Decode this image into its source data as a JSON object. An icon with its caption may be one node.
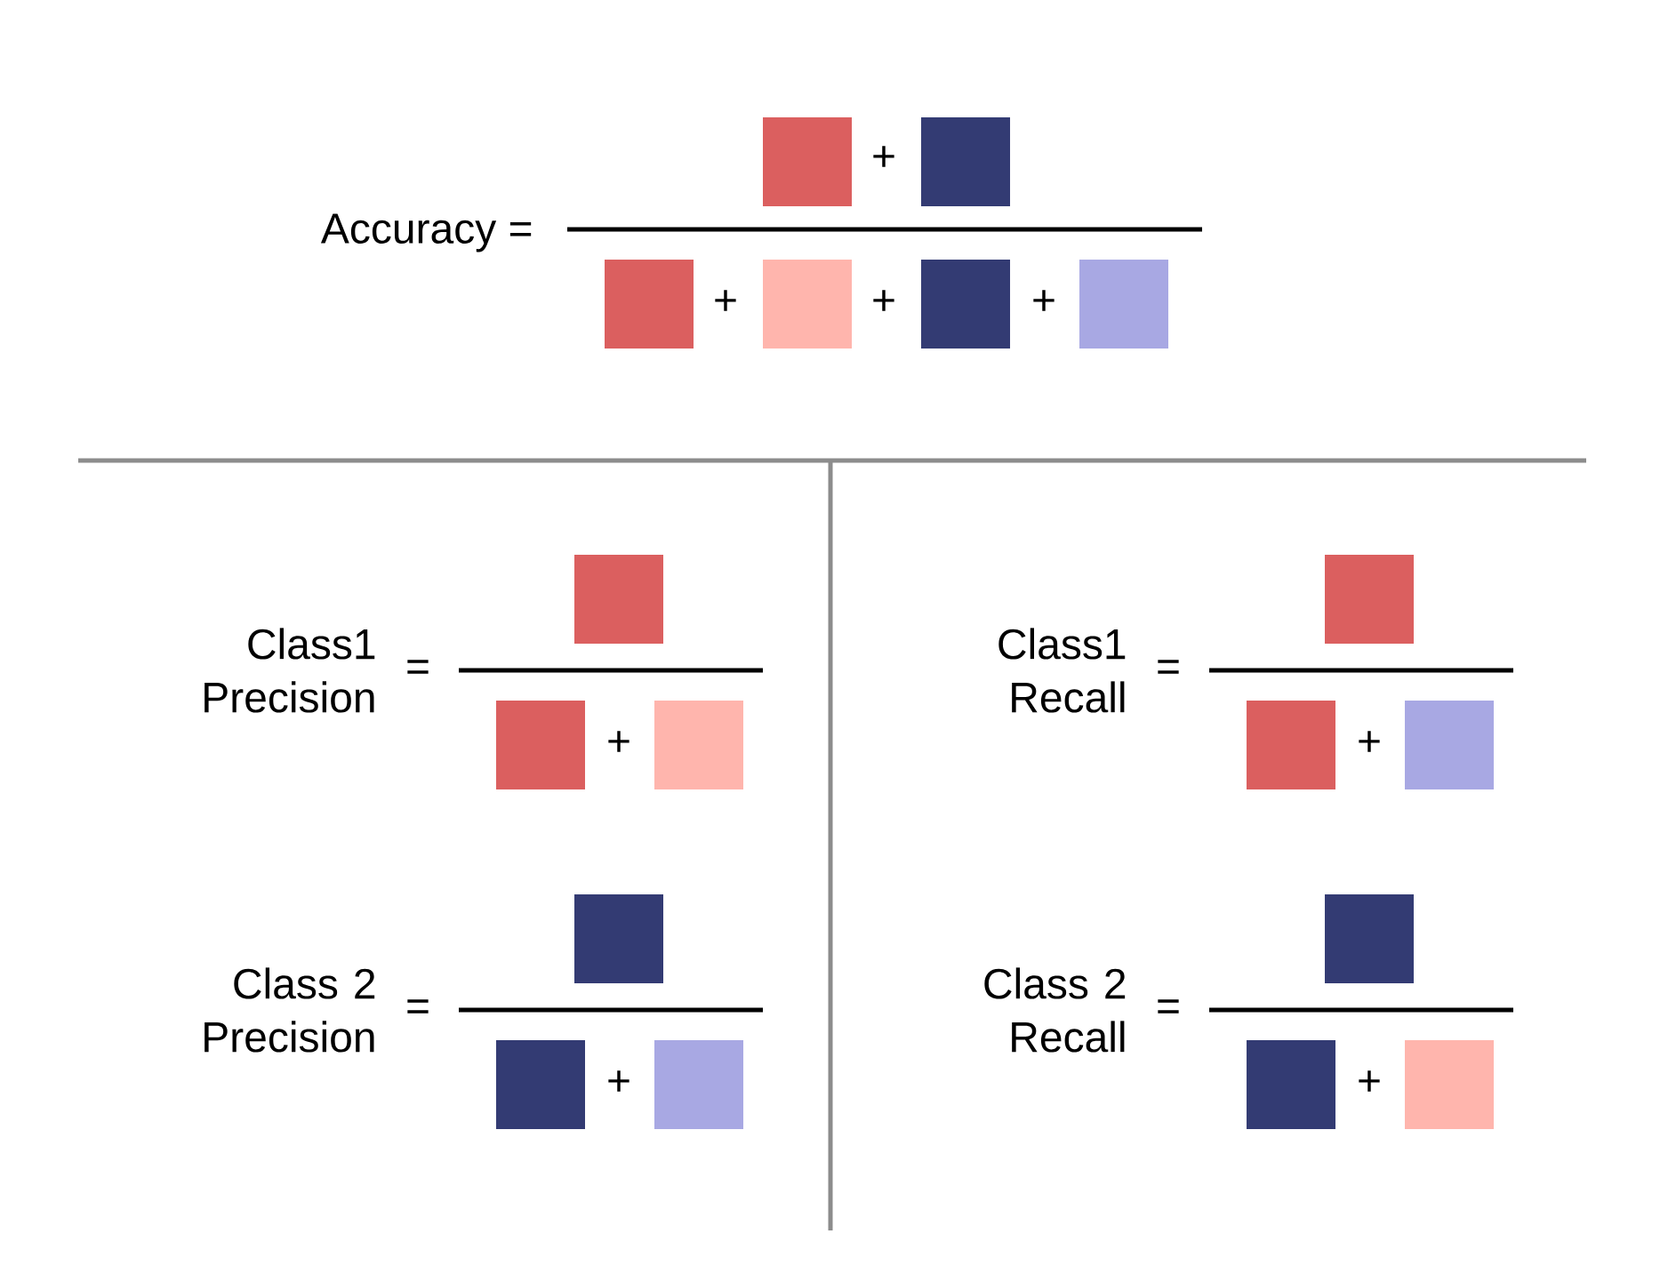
{
  "diagram": {
    "labels": [
      "+",
      "Accuracy =",
      "+",
      "+",
      "+",
      "Class1 Precision",
      "=",
      "+",
      "Class1 Recall",
      "=",
      "+",
      "Class 2 Precision",
      "=",
      "+",
      "Class 2 Recall",
      "=",
      "+"
    ]
  }
}
